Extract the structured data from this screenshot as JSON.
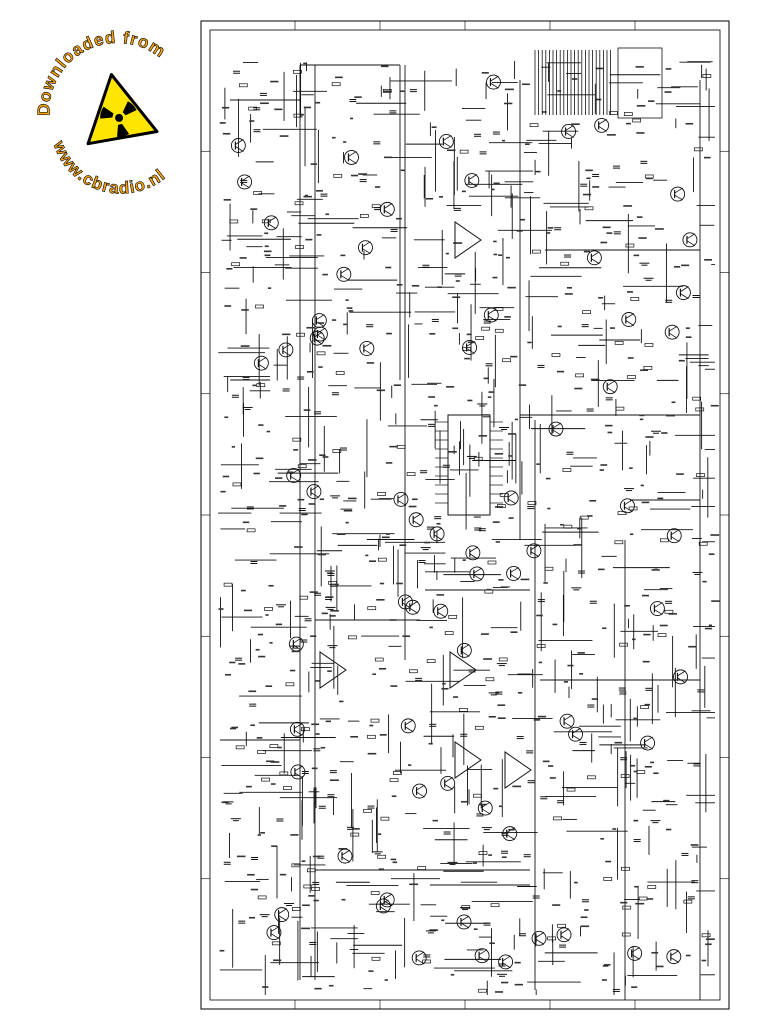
{
  "logo": {
    "top_text": "Downloaded from",
    "bottom_text": "www.cbradio.nl",
    "text_color": "#F2A10F",
    "symbol_fill": "#FFE500",
    "symbol_color": "#000000"
  },
  "schematic": {
    "frame_color": "#000000",
    "line_color": "#111111",
    "grid_columns": 6,
    "grid_rows": 8
  }
}
